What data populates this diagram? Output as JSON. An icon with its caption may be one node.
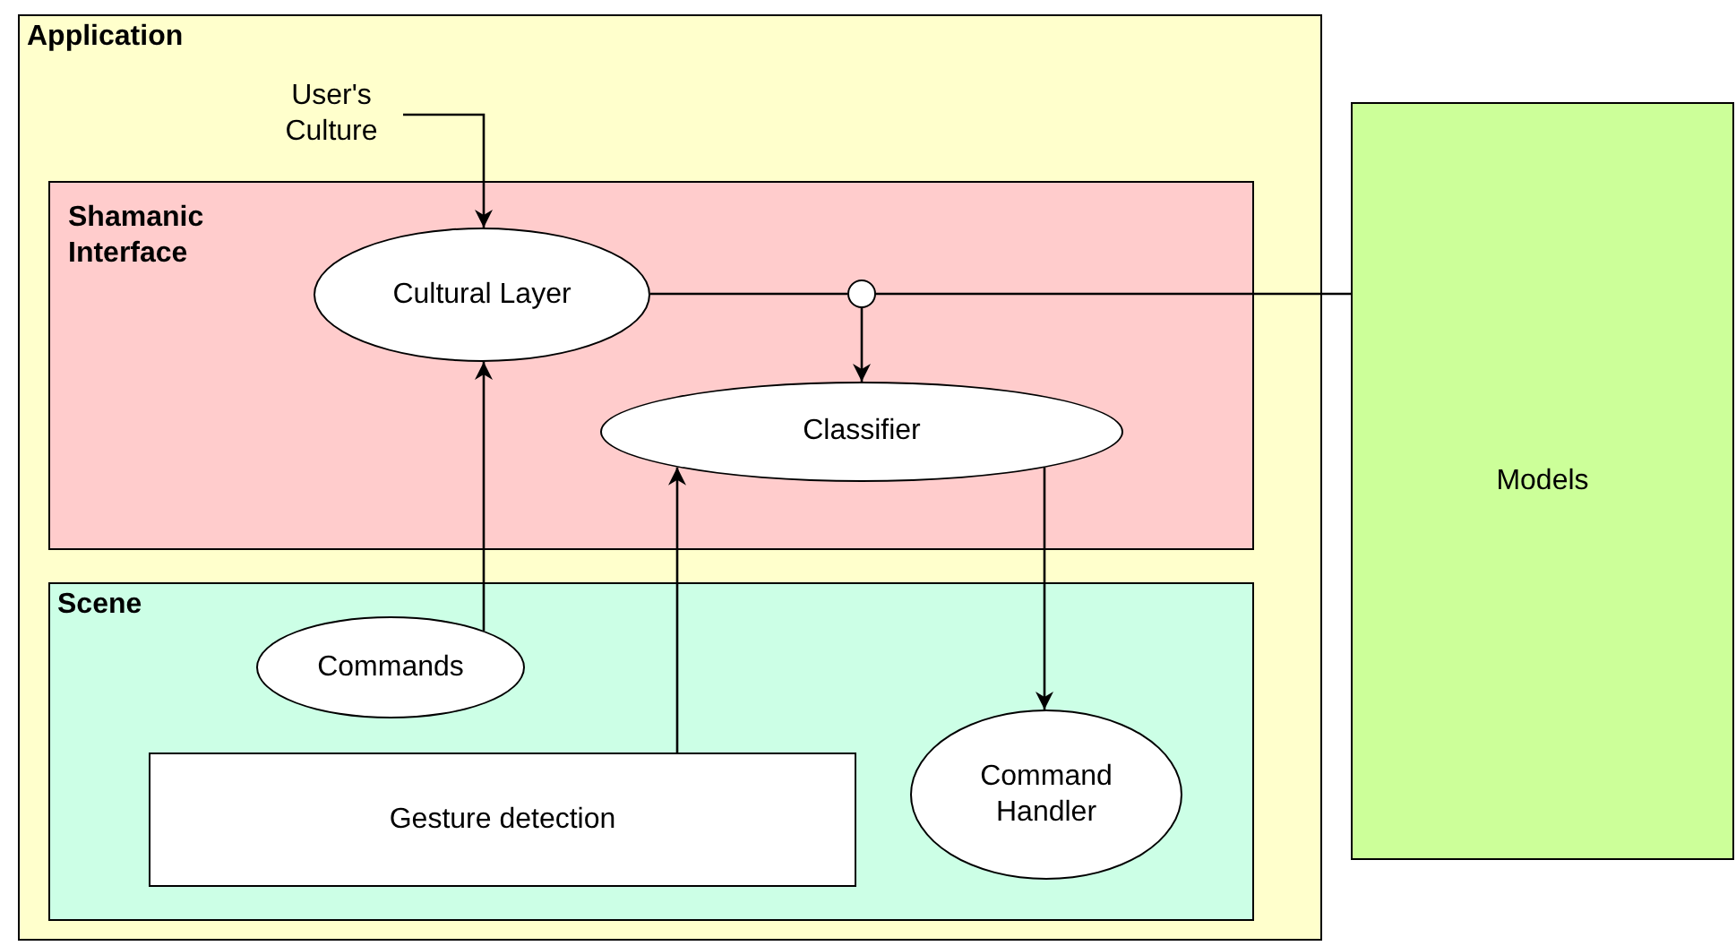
{
  "diagram": {
    "nodes": [
      {
        "text": [
          "Application"
        ]
      },
      {
        "text": [
          "User's Culture"
        ],
        "in": 0
      },
      {
        "text": [
          "Shamanic Interface"
        ],
        "in": 0
      },
      {
        "text": [
          "Cultural Layer"
        ],
        "in": 2
      },
      {
        "text": [],
        "shape": "circle",
        "in": 2
      },
      {
        "text": [
          "Classifier"
        ],
        "in": 2
      },
      {
        "text": [
          "Models"
        ]
      },
      {
        "text": [
          "Scene"
        ],
        "in": 0
      },
      {
        "text": [
          "Commands"
        ],
        "in": 7
      },
      {
        "text": [
          "Gesture detection"
        ],
        "in": 7
      },
      {
        "text": [
          "Command Handler"
        ],
        "in": 7
      }
    ],
    "edges": [
      {
        "from": 1,
        "to": 3,
        "arrow": "to"
      },
      {
        "from": 3,
        "to": 4,
        "arrow": "none"
      },
      {
        "from": 4,
        "to": 6,
        "arrow": "none"
      },
      {
        "from": 4,
        "to": 5,
        "arrow": "to"
      },
      {
        "from": 8,
        "to": 3,
        "arrow": "to"
      },
      {
        "from": 9,
        "to": 5,
        "arrow": "to"
      },
      {
        "from": 5,
        "to": 10,
        "arrow": "to"
      }
    ]
  }
}
